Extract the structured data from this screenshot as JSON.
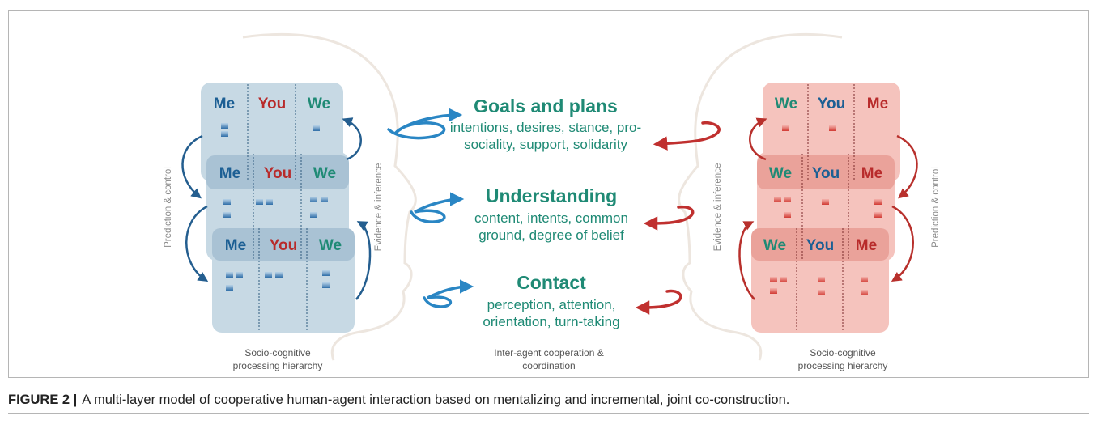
{
  "figure": {
    "caption_label": "FIGURE 2 |",
    "caption_text": "A multi-layer model of cooperative human-agent interaction based on mentalizing and incremental, joint co-construction."
  },
  "center": {
    "blocks": [
      {
        "title": "Goals and plans",
        "lines": [
          "intentions, desires, stance, pro-",
          "sociality, support, solidarity"
        ]
      },
      {
        "title": "Understanding",
        "lines": [
          "content, intents, common",
          "ground, degree of belief"
        ]
      },
      {
        "title": "Contact",
        "lines": [
          "perception, attention,",
          "orientation, turn-taking"
        ]
      }
    ],
    "footer": [
      "Inter-agent cooperation &",
      "coordination"
    ]
  },
  "left_agent": {
    "headers": [
      "Me",
      "You",
      "We"
    ],
    "side_outer": "Prediction & control",
    "side_inner": "Evidence & inference",
    "footer": [
      "Socio-cognitive",
      "processing hierarchy"
    ]
  },
  "right_agent": {
    "headers": [
      "We",
      "You",
      "Me"
    ],
    "side_inner": "Evidence & inference",
    "side_outer": "Prediction & control",
    "footer": [
      "Socio-cognitive",
      "processing hierarchy"
    ]
  },
  "colors": {
    "teal": "#1f8a75",
    "blue_text": "#1c5f94",
    "red_text": "#b82b2b",
    "left_panel": "#c7d9e4",
    "left_band": "#a9c2d4",
    "right_panel": "#f5c3bd",
    "right_band": "#eaa29a",
    "blue_arrow": "#2a86c4",
    "red_arrow": "#c0302f",
    "head_outline": "#ede6df"
  }
}
